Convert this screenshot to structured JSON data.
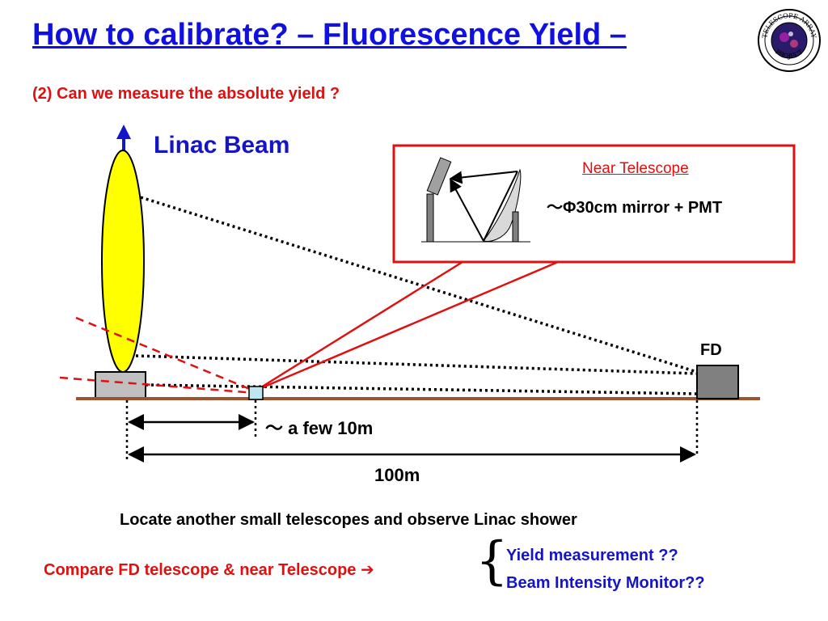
{
  "slide": {
    "title": "How to calibrate? – Fluorescence Yield –",
    "subtitle": "(2) Can we measure the absolute yield ?",
    "logo": {
      "text_top": "TELESCOPE ARRAY",
      "text_bottom": "PROJECT"
    }
  },
  "diagram": {
    "beam_label": "Linac Beam",
    "near_telescope": {
      "label": "Near Telescope",
      "spec": "～Φ30cm mirror + PMT"
    },
    "fd_label": "FD",
    "short_distance_label": "～ a few 10m",
    "long_distance_label": "100m"
  },
  "notes": {
    "locate": "Locate another small telescopes and observe Linac shower",
    "compare": "Compare FD telescope & near Telescope ➔",
    "results": [
      "Yield measurement ??",
      "Beam Intensity Monitor??"
    ]
  },
  "colors": {
    "title_blue": "#1010e0",
    "beam_yellow": "#ffff00",
    "red": "#e01010",
    "ground": "#a0522d",
    "detector_gray": "#808080"
  }
}
